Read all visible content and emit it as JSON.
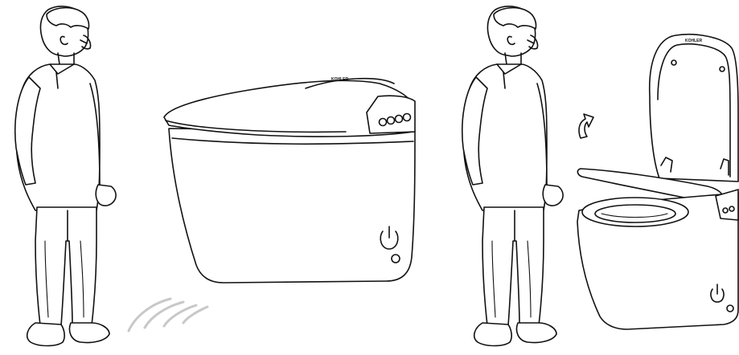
{
  "panels": [
    {
      "toilet_brand": "KOHLER",
      "lid_state": "closed",
      "motion_indicator": "sensor-wave-icon"
    },
    {
      "toilet_brand": "",
      "lid_state": "open",
      "motion_indicator": "lid-open-arrow-icon"
    }
  ],
  "colors": {
    "line": "#111111",
    "wave": "#c8c8c8",
    "background": "#ffffff"
  }
}
